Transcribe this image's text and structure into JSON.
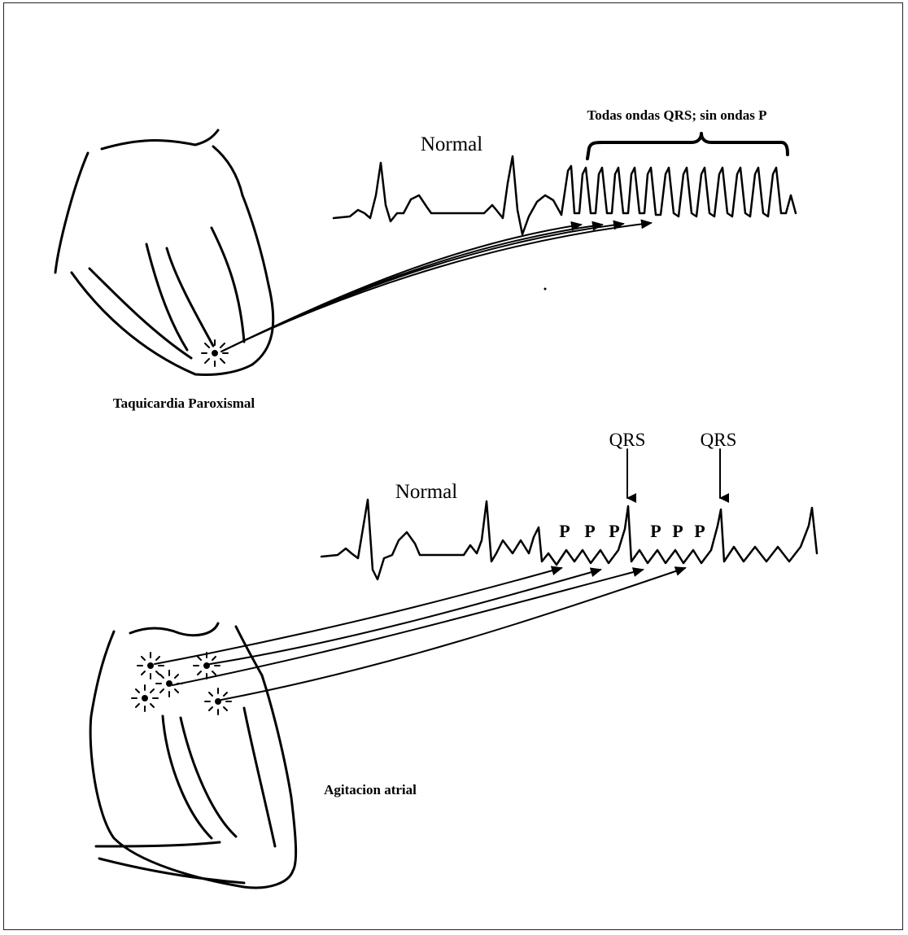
{
  "top_panel": {
    "title": "Todas ondas QRS; sin ondas P",
    "normal_label": "Normal",
    "caption": "Taquicardia Paroxismal"
  },
  "bottom_panel": {
    "normal_label": "Normal",
    "qrs_labels": [
      "QRS",
      "QRS"
    ],
    "p_labels": [
      "P",
      "P",
      "P",
      "P",
      "P",
      "P"
    ],
    "caption": "Agitacion atrial"
  },
  "colors": {
    "ink": "#000000",
    "background": "#ffffff"
  }
}
